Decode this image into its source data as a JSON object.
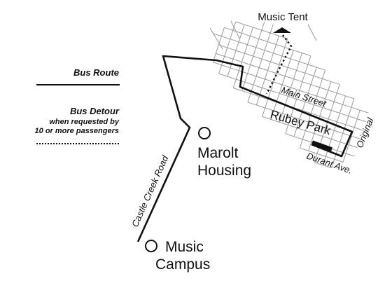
{
  "legend": {
    "bus_route_label": "Bus Route",
    "bus_detour_title": "Bus Detour",
    "bus_detour_note_line1": "when requested by",
    "bus_detour_note_line2": "10 or more passengers"
  },
  "places": {
    "music_tent": "Music Tent",
    "marolt_housing_line1": "Marolt",
    "marolt_housing_line2": "Housing",
    "music_campus_line1": "Music",
    "music_campus_line2": "Campus",
    "rubey_park": "Rubey Park"
  },
  "streets": {
    "main_street": "Main Street",
    "durant_ave": "Durant Ave.",
    "castle_creek_road": "Castle Creek Road",
    "original": "Original"
  },
  "colors": {
    "ink": "#111111",
    "grid": "#9a9a9a",
    "background": "#ffffff"
  }
}
